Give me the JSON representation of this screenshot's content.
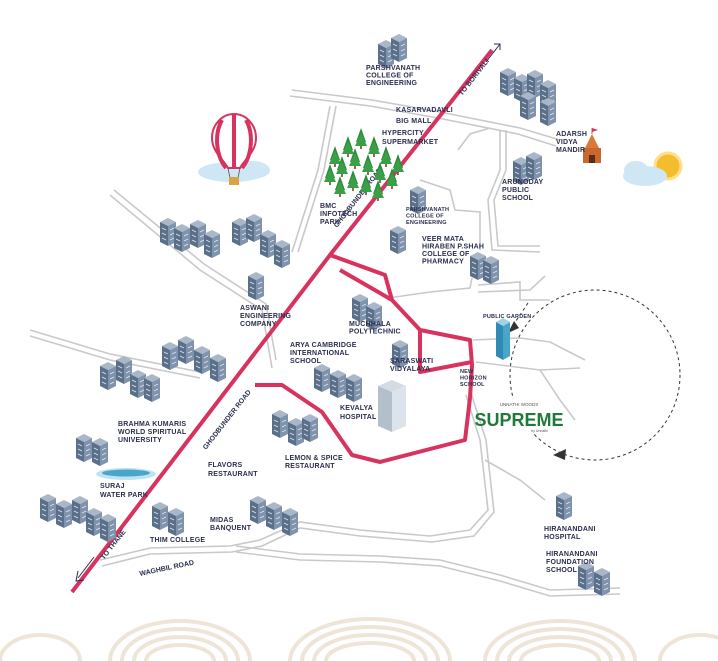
{
  "map": {
    "roads": {
      "ghodbunder_upper": "GHODBUNDER ROAD",
      "ghodbunder_lower": "GHODBUNDER ROAD",
      "to_borivali": "TO BORIVALI",
      "to_thane": "TO THANE",
      "waghbil": "WAGHBIL ROAD"
    },
    "project": {
      "top_line": "UNNATHI WOODS",
      "name": "SUPREME",
      "tagline": "by Unnathi"
    },
    "landmarks": {
      "parshvanath_eng_top": [
        "PARSHVANATH",
        "COLLEGE OF",
        "ENGINEERING"
      ],
      "kasarvadavli": [
        "KASARVADAVLI",
        "BIG MALL"
      ],
      "hypercity": [
        "HYPERCITY",
        "SUPERMARKET"
      ],
      "adarsh": [
        "ADARSH",
        "VIDYA",
        "MANDIR"
      ],
      "arunoday": [
        "ARUNODAY",
        "PUBLIC",
        "SCHOOL"
      ],
      "bmc": [
        "BMC",
        "INFOTECH",
        "PARK"
      ],
      "parshvanath_eng_mid": [
        "PARSHVANATH",
        "COLLEGE OF",
        "ENGINEERING"
      ],
      "veer_mata": [
        "VEER MATA",
        "HIRABEN P.SHAH",
        "COLLEGE OF",
        "PHARMACY"
      ],
      "aswani": [
        "ASWANI",
        "ENGINEERING",
        "COMPANY"
      ],
      "muchhala": [
        "MUCHHALA",
        "POLYTECHNIC"
      ],
      "public_garden": [
        "PUBLIC GARDEN"
      ],
      "arya": [
        "ARYA CAMBRIDGE",
        "INTERNATIONAL",
        "SCHOOL"
      ],
      "saraswati": [
        "SARASWATI",
        "VIDYALAYA"
      ],
      "new_horizon": [
        "NEW",
        "HORIZON",
        "SCHOOL"
      ],
      "kevalya": [
        "KEVALYA",
        "HOSPITAL"
      ],
      "brahma": [
        "BRAHMA KUMARIS",
        "WORLD SPIRITUAL",
        "UNIVERSITY"
      ],
      "lemon": [
        "LEMON & SPICE",
        "RESTAURANT"
      ],
      "flavors": [
        "FLAVORS",
        "RESTAURANT"
      ],
      "suraj": [
        "SURAJ",
        "WATER PARK"
      ],
      "hiranandani_hosp": [
        "HIRANANDANI",
        "HOSPITAL"
      ],
      "midas": [
        "MIDAS",
        "BANQUENT"
      ],
      "thim": [
        "THIM COLLEGE"
      ],
      "hiranandani_school": [
        "HIRANANDANI",
        "FOUNDATION",
        "SCHOOL"
      ]
    },
    "colors": {
      "main_road": "#d7335e",
      "minor_road": "#c8c9cc",
      "label": "#2a2e4f",
      "project_green": "#1f7a3a",
      "tree_green": "#2e8b3a",
      "building_blue": "#5a6f89",
      "tower_cyan": "#4aa6c9",
      "sky_cloud": "#cfe6f5",
      "sun": "#f3bd2e",
      "wave": "#eee5d8"
    },
    "icons": [
      "hot-air-balloon-icon",
      "cloud-icon",
      "sun-icon",
      "temple-icon",
      "trees-icon",
      "building-icon",
      "tower-icon",
      "pool-icon",
      "arrow-icon"
    ]
  }
}
